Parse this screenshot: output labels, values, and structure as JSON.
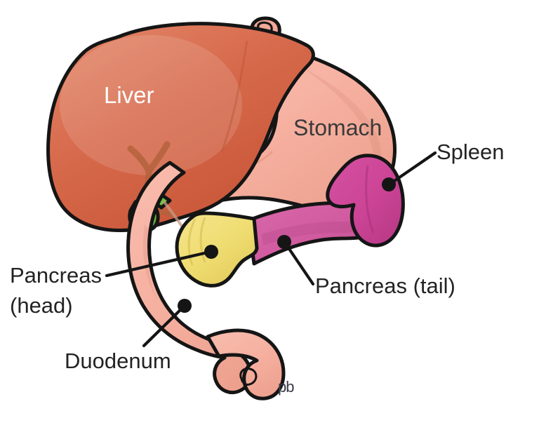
{
  "figure": {
    "kind": "anatomical-diagram",
    "subject": "Upper abdominal organs: liver, stomach, spleen, pancreas and duodenum",
    "background_color": "#ffffff",
    "signature": "pb"
  },
  "labels": {
    "liver": "Liver",
    "stomach": "Stomach",
    "spleen": "Spleen",
    "pancreas_head_line1": "Pancreas",
    "pancreas_head_line2": "(head)",
    "pancreas_tail": "Pancreas (tail)",
    "duodenum": "Duodenum"
  },
  "colors": {
    "liver": "#d5674a",
    "liver_shadow": "#c2573c",
    "liver_highlight": "#e28466",
    "stomach": "#f6b0a0",
    "stomach_shadow": "#eda08e",
    "spleen": "#cc4496",
    "spleen_shadow": "#b83886",
    "pancreas_head": "#f0dd73",
    "pancreas_head_shadow": "#e3cd5e",
    "pancreas_tail": "#d25ba0",
    "pancreas_tail_shadow": "#c04e92",
    "duodenum": "#f6b0a0",
    "gallbladder": "#6fc040",
    "bile_duct": "#6fc040",
    "vessel": "#b5613c",
    "outline": "#151515",
    "label_text": "#232323",
    "label_text_light": "#ffffff",
    "label_text_dark": "#3a3a3a",
    "signature_text": "#3b3b4a"
  },
  "organs": [
    {
      "id": "liver",
      "name": "Liver",
      "label_position": "inside",
      "label_color": "light"
    },
    {
      "id": "stomach",
      "name": "Stomach",
      "label_position": "inside",
      "label_color": "dark"
    },
    {
      "id": "spleen",
      "name": "Spleen",
      "label_position": "leader-right"
    },
    {
      "id": "pancreas-head",
      "name": "Pancreas (head)",
      "label_position": "leader-left"
    },
    {
      "id": "pancreas-tail",
      "name": "Pancreas (tail)",
      "label_position": "leader-below-right"
    },
    {
      "id": "duodenum",
      "name": "Duodenum",
      "label_position": "leader-below-left"
    },
    {
      "id": "gallbladder",
      "name": "Gallbladder",
      "label_position": "none"
    },
    {
      "id": "esophagus",
      "name": "Esophagus",
      "label_position": "none"
    }
  ]
}
